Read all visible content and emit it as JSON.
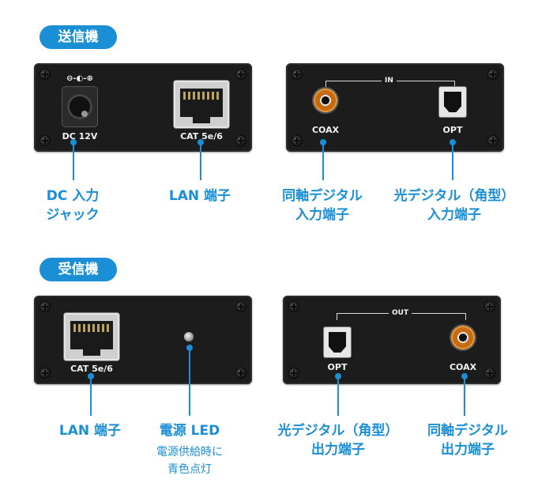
{
  "sections": {
    "transmitter": "送信機",
    "receiver": "受信機"
  },
  "transmitter_back": {
    "dc_label": "DC 12V",
    "lan_label": "CAT 5e/6",
    "polarity_symbol": "⊖-◐-⊕"
  },
  "transmitter_front": {
    "bracket_label": "IN",
    "coax_label": "COAX",
    "opt_label": "OPT"
  },
  "receiver_back": {
    "lan_label": "CAT 5e/6"
  },
  "receiver_front": {
    "bracket_label": "OUT",
    "opt_label": "OPT",
    "coax_label": "COAX"
  },
  "callouts": {
    "dc_jack": [
      "DC 入力",
      "ジャック"
    ],
    "lan_tx": [
      "LAN 端子"
    ],
    "coax_in": [
      "同軸デジタル",
      "入力端子"
    ],
    "opt_in": [
      "光デジタル（角型）",
      "入力端子"
    ],
    "lan_rx": [
      "LAN 端子"
    ],
    "power_led": [
      "電源 LED"
    ],
    "power_led_note": [
      "電源供給時に",
      "青色点灯"
    ],
    "opt_out": [
      "光デジタル（角型）",
      "出力端子"
    ],
    "coax_out": [
      "同軸デジタル",
      "出力端子"
    ]
  },
  "colors": {
    "accent": "#1a8fd6",
    "device_body": "#1c1c1c",
    "coax_connector": "#c86a14"
  }
}
